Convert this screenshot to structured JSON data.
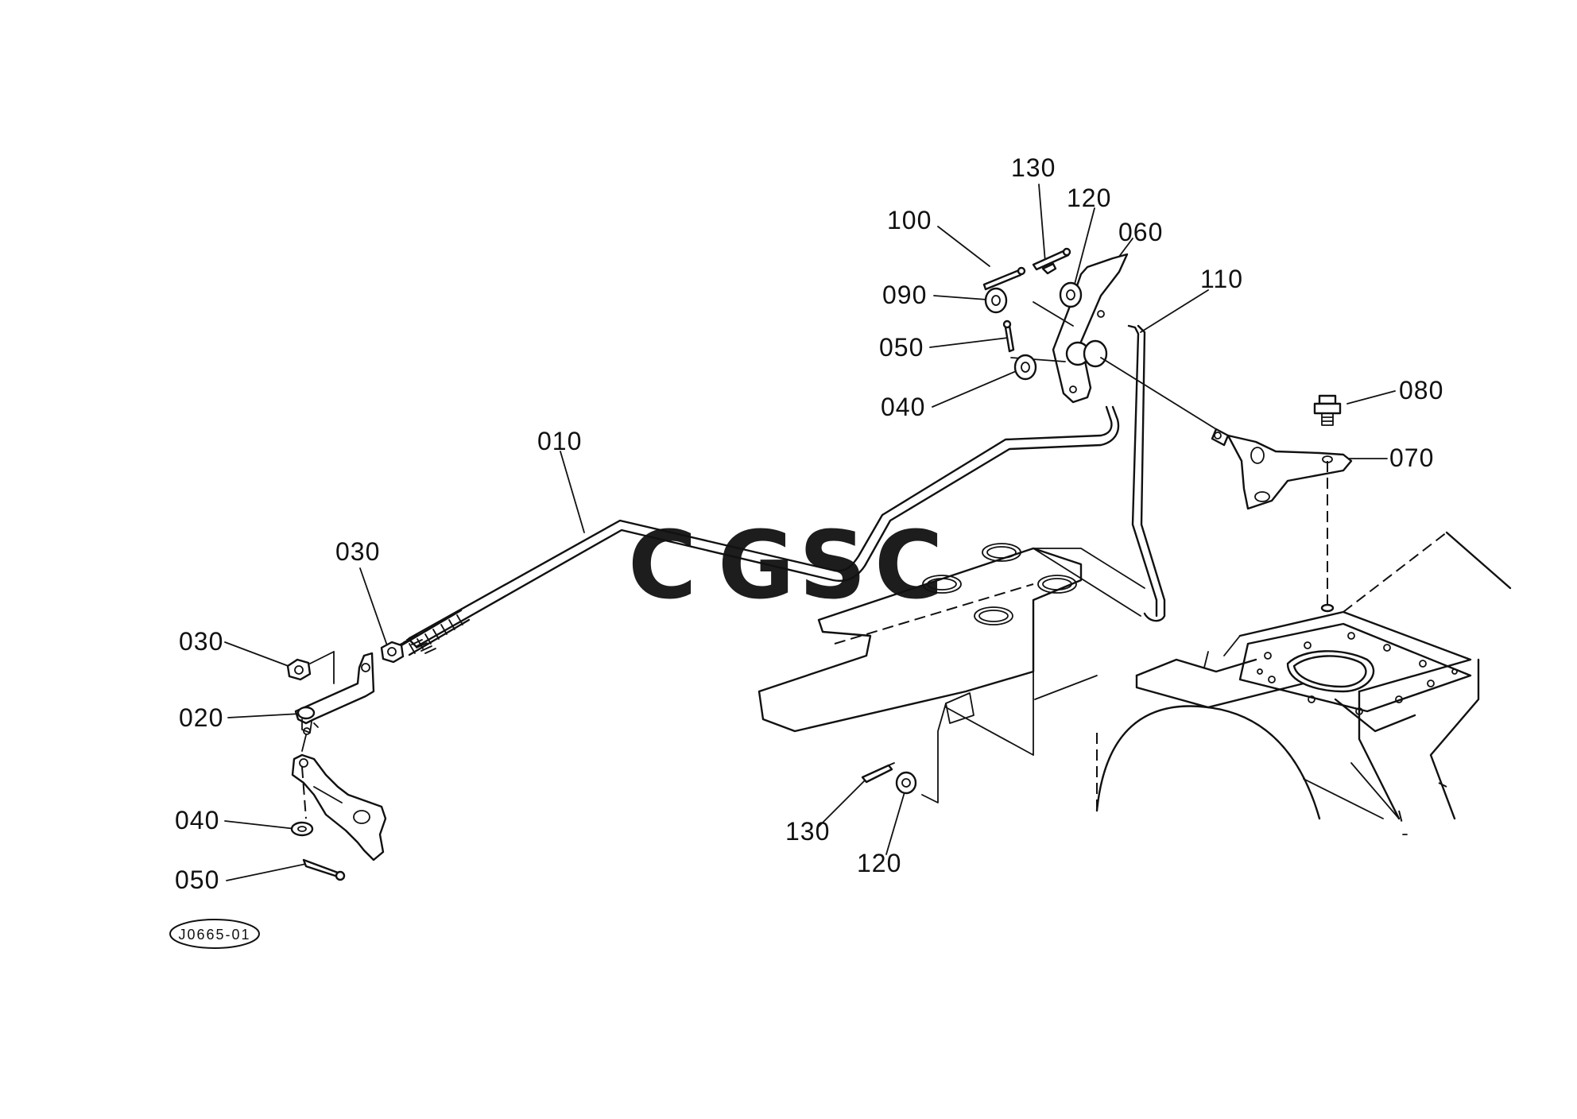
{
  "diagram": {
    "part_labels": [
      "130",
      "120",
      "060",
      "100",
      "110",
      "090",
      "050",
      "040",
      "080",
      "070",
      "010",
      "030",
      "030",
      "020",
      "040",
      "050",
      "130",
      "120"
    ],
    "figure_code": "J0665-01",
    "watermark": {
      "letters": [
        "C",
        "G",
        "S",
        "C"
      ],
      "colors": [
        "#8ab4f8",
        "#f28b82",
        "#fdd663",
        "#81c995"
      ]
    }
  }
}
